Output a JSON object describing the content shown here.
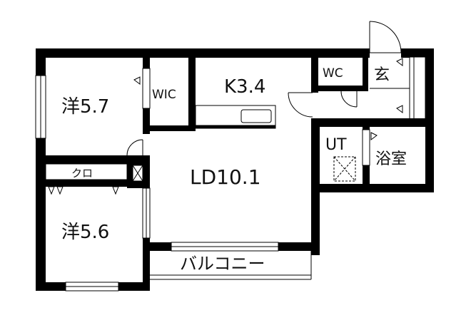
{
  "rooms": {
    "western_room_1": "洋5.7",
    "walk_in_closet": "WIC",
    "kitchen": "K3.4",
    "toilet": "WC",
    "entrance": "玄",
    "utility": "UT",
    "bathroom": "浴室",
    "living_dining": "LD10.1",
    "closet": "クロ",
    "western_room_2": "洋5.6",
    "balcony": "バルコニー"
  }
}
